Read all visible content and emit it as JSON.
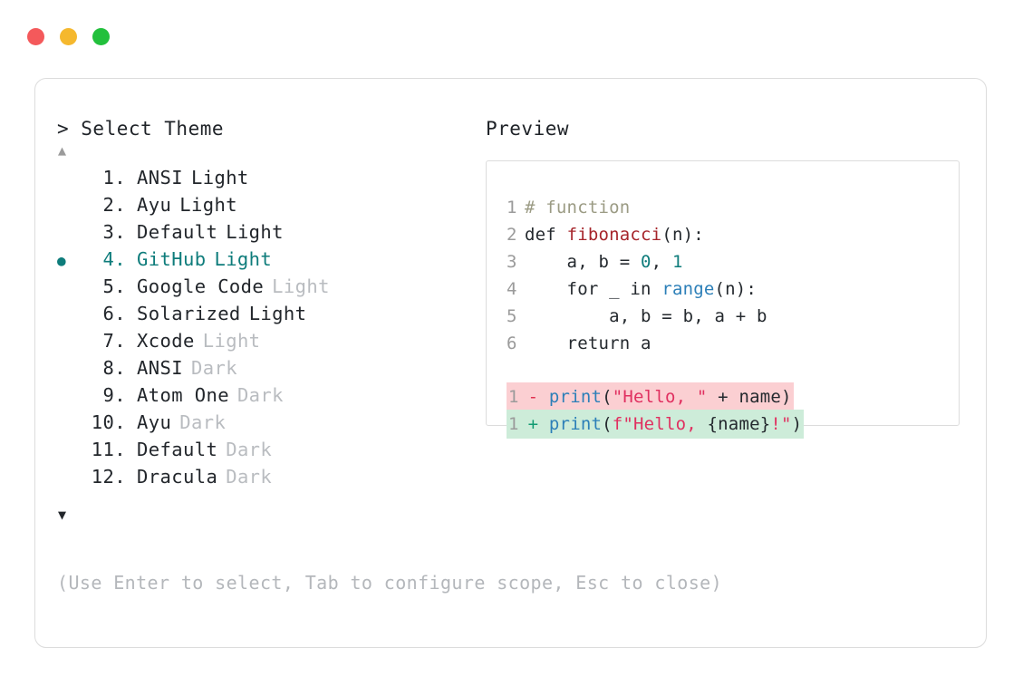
{
  "window": {
    "dots": [
      {
        "name": "close",
        "color": "#F4595B"
      },
      {
        "name": "minimize",
        "color": "#F5B82E"
      },
      {
        "name": "maximize",
        "color": "#22C03C"
      }
    ]
  },
  "selector": {
    "prompt": "> Select Theme",
    "scroll_up_glyph": "▲",
    "scroll_down_glyph": "▼",
    "selected_index": 4,
    "accent_color": "#0E7C7B",
    "bullet_glyph": "●",
    "items": [
      {
        "index": "1.",
        "name": "ANSI",
        "variant": "Light",
        "variant_dim": false,
        "selected": false
      },
      {
        "index": "2.",
        "name": "Ayu",
        "variant": "Light",
        "variant_dim": false,
        "selected": false
      },
      {
        "index": "3.",
        "name": "Default",
        "variant": "Light",
        "variant_dim": false,
        "selected": false
      },
      {
        "index": "4.",
        "name": "GitHub",
        "variant": "Light",
        "variant_dim": false,
        "selected": true
      },
      {
        "index": "5.",
        "name": "Google Code",
        "variant": "Light",
        "variant_dim": true,
        "selected": false
      },
      {
        "index": "6.",
        "name": "Solarized",
        "variant": "Light",
        "variant_dim": false,
        "selected": false
      },
      {
        "index": "7.",
        "name": "Xcode",
        "variant": "Light",
        "variant_dim": true,
        "selected": false
      },
      {
        "index": "8.",
        "name": "ANSI",
        "variant": "Dark",
        "variant_dim": true,
        "selected": false
      },
      {
        "index": "9.",
        "name": "Atom One",
        "variant": "Dark",
        "variant_dim": true,
        "selected": false
      },
      {
        "index": "10.",
        "name": "Ayu",
        "variant": "Dark",
        "variant_dim": true,
        "selected": false
      },
      {
        "index": "11.",
        "name": "Default",
        "variant": "Dark",
        "variant_dim": true,
        "selected": false
      },
      {
        "index": "12.",
        "name": "Dracula",
        "variant": "Dark",
        "variant_dim": true,
        "selected": false
      }
    ],
    "hint": "(Use Enter to select, Tab to configure scope, Esc to close)"
  },
  "preview": {
    "label": "Preview",
    "code_lines": [
      {
        "ln": "1",
        "tokens": [
          {
            "t": "# function",
            "c": "tok-comment"
          }
        ]
      },
      {
        "ln": "2",
        "tokens": [
          {
            "t": "def ",
            "c": "tok-plain"
          },
          {
            "t": "fibonacci",
            "c": "tok-func"
          },
          {
            "t": "(n):",
            "c": "tok-plain"
          }
        ]
      },
      {
        "ln": "3",
        "tokens": [
          {
            "t": "    a, b = ",
            "c": "tok-plain"
          },
          {
            "t": "0",
            "c": "tok-num"
          },
          {
            "t": ", ",
            "c": "tok-plain"
          },
          {
            "t": "1",
            "c": "tok-num"
          }
        ]
      },
      {
        "ln": "4",
        "tokens": [
          {
            "t": "    for _ in ",
            "c": "tok-plain"
          },
          {
            "t": "range",
            "c": "tok-builtin"
          },
          {
            "t": "(n):",
            "c": "tok-plain"
          }
        ]
      },
      {
        "ln": "5",
        "tokens": [
          {
            "t": "        a, b = b, a + b",
            "c": "tok-plain"
          }
        ]
      },
      {
        "ln": "6",
        "tokens": [
          {
            "t": "    return a",
            "c": "tok-plain"
          }
        ]
      }
    ],
    "diff_lines": [
      {
        "ln": "1",
        "kind": "del",
        "sign": "-",
        "tokens": [
          {
            "t": "print",
            "c": "tok-call"
          },
          {
            "t": "(",
            "c": "tok-plain"
          },
          {
            "t": "\"Hello, \"",
            "c": "tok-str"
          },
          {
            "t": " + name)",
            "c": "tok-plain"
          }
        ]
      },
      {
        "ln": "1",
        "kind": "add",
        "sign": "+",
        "tokens": [
          {
            "t": "print",
            "c": "tok-call"
          },
          {
            "t": "(",
            "c": "tok-plain"
          },
          {
            "t": "f\"Hello, ",
            "c": "tok-str"
          },
          {
            "t": "{name}",
            "c": "tok-plain"
          },
          {
            "t": "!\"",
            "c": "tok-bang"
          },
          {
            "t": ")",
            "c": "tok-plain"
          }
        ]
      }
    ],
    "colors": {
      "comment": "#9b9b84",
      "function": "#A6252B",
      "number": "#0E7C7B",
      "builtin": "#2C7FB8",
      "string": "#E03060",
      "diff_del_bg": "#FBCFD2",
      "diff_add_bg": "#CDECD9"
    }
  }
}
